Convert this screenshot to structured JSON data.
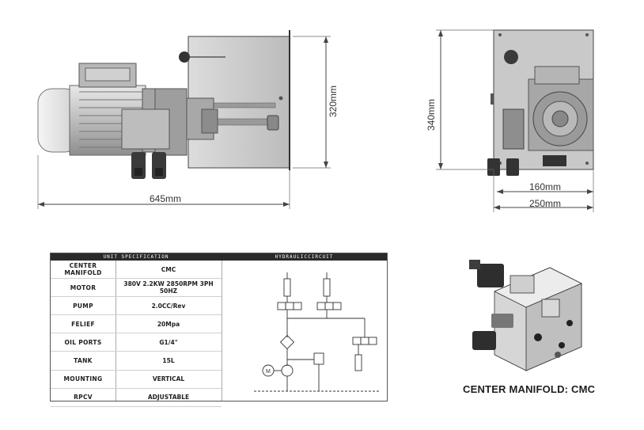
{
  "dimensions": {
    "width_total": "645mm",
    "height_left": "320mm",
    "height_right": "340mm",
    "width_manifold": "160mm",
    "width_right_total": "250mm"
  },
  "spec": {
    "title": "UNIT SPECIFICATION",
    "rows": [
      {
        "key": "CENTER MANIFOLD",
        "value": "CMC"
      },
      {
        "key": "MOTOR",
        "value": "380V 2.2KW 2850RPM 3PH 50HZ"
      },
      {
        "key": "PUMP",
        "value": "2.0CC/Rev"
      },
      {
        "key": "FELIEF",
        "value": "20Mpa"
      },
      {
        "key": "OIL PORTS",
        "value": "G1/4\""
      },
      {
        "key": "TANK",
        "value": "15L"
      },
      {
        "key": "MOUNTING",
        "value": "VERTICAL"
      },
      {
        "key": "RPCV",
        "value": "ADJUSTABLE"
      }
    ]
  },
  "hydraulic": {
    "title": "HYDRAULICCIRCUIT",
    "motor_symbol": "M"
  },
  "caption": "CENTER MANIFOLD: CMC"
}
